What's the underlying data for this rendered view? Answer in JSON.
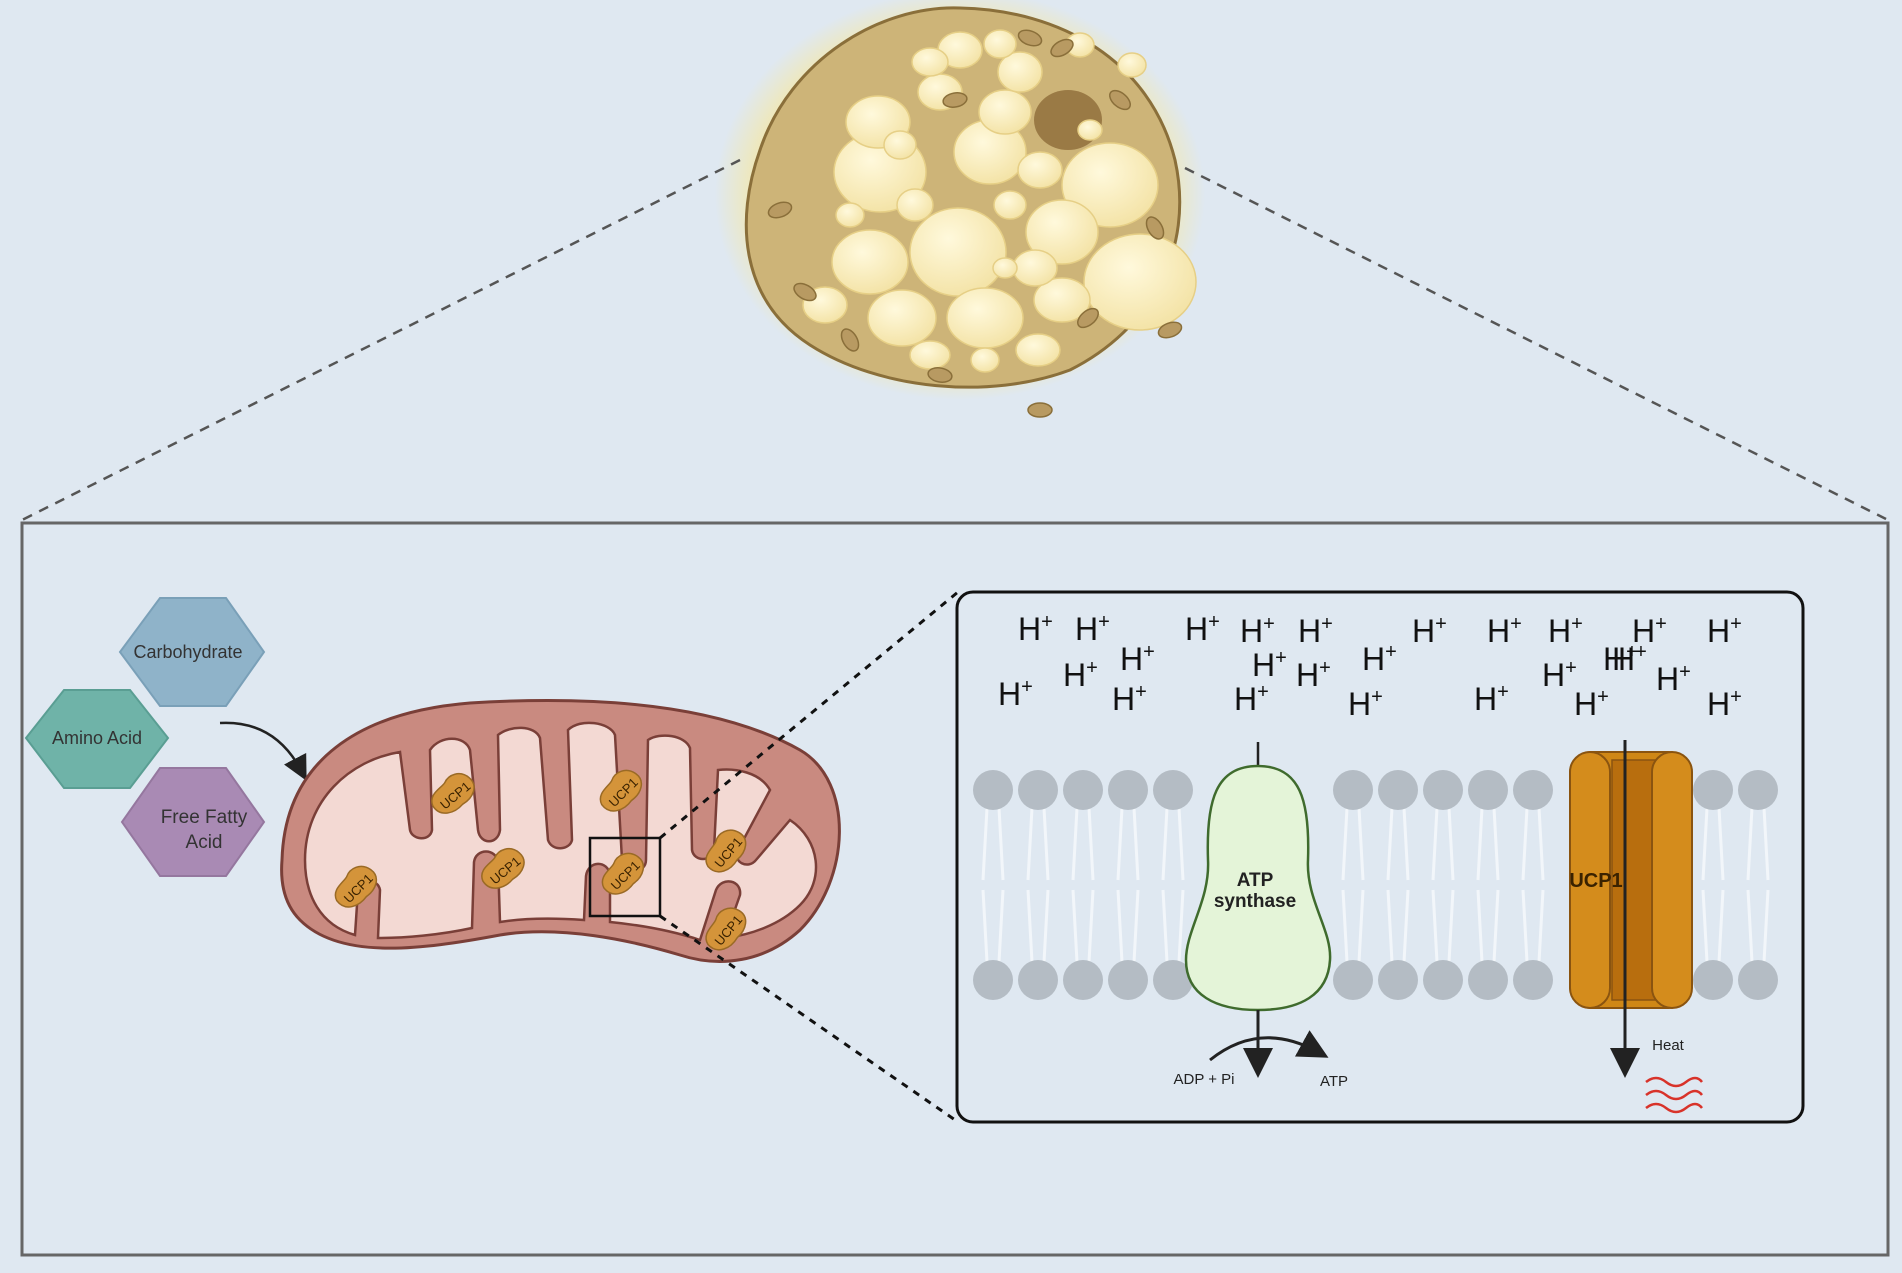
{
  "nutrients": [
    {
      "label": "Carbohydrate",
      "color": "#8fb3c9"
    },
    {
      "label": "Amino Acid",
      "color": "#6fb3a8"
    },
    {
      "label": "Free Fatty",
      "label2": "Acid",
      "color": "#a98ab4"
    }
  ],
  "mitochondrion": {
    "ucp1_label": "UCP1",
    "outer_color": "#c98a80",
    "inner_color": "#f3d9d3",
    "protein_color": "#d4943a"
  },
  "membrane": {
    "proton": "H",
    "proton_charge": "+",
    "atp_synthase_line1": "ATP",
    "atp_synthase_line2": "synthase",
    "ucp1": "UCP1",
    "adp": "ADP + Pi",
    "atp": "ATP",
    "heat": "Heat",
    "synthase_color": "#e4f4d8",
    "ucp1_color": "#cf8716",
    "lipid_head_color": "#b4bcc4"
  },
  "cell": {
    "cytoplasm_color": "#cdb478",
    "droplet_color": "#f7e8b0",
    "nucleus_color": "#9a7a45"
  }
}
